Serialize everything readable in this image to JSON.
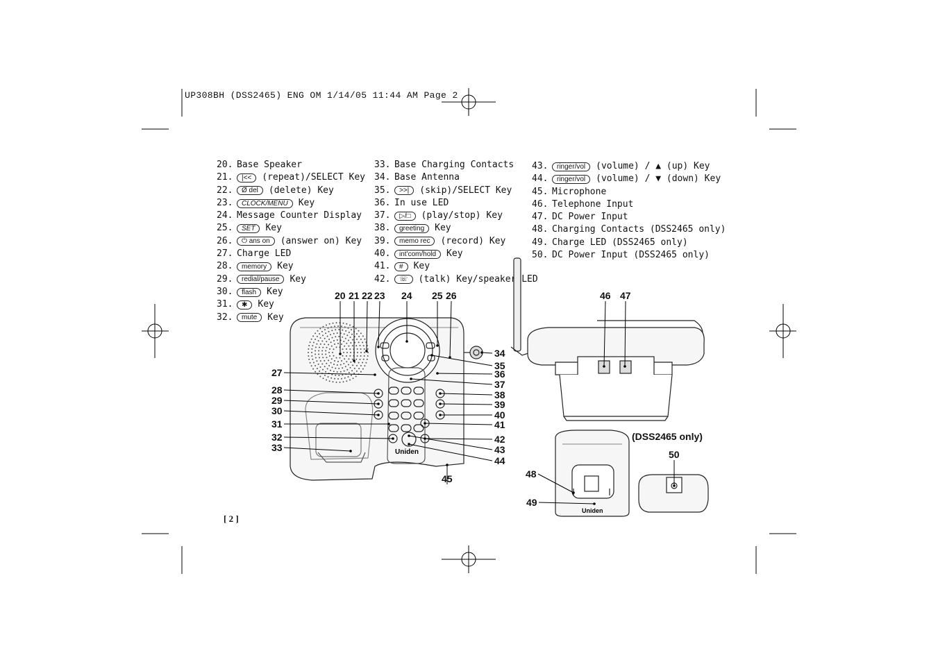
{
  "header_slug": "UP308BH (DSS2465) ENG OM  1/14/05  11:44 AM  Page 2",
  "page_number": "[ 2 ]",
  "dss_only_label": "(DSS2465 only)",
  "legend": {
    "col1": [
      {
        "num": "20.",
        "key": "",
        "text": "Base Speaker"
      },
      {
        "num": "21.",
        "key": "|<<",
        "text": "(repeat)/SELECT Key"
      },
      {
        "num": "22.",
        "key": "Ø del",
        "text": "(delete) Key"
      },
      {
        "num": "23.",
        "key": "CLOCK/MENU",
        "text": "Key"
      },
      {
        "num": "24.",
        "key": "",
        "text": "Message Counter Display"
      },
      {
        "num": "25.",
        "key": "SET",
        "text": "Key"
      },
      {
        "num": "26.",
        "key": "⏻ ans on",
        "text": "(answer on) Key"
      },
      {
        "num": "27.",
        "key": "",
        "text": "Charge LED"
      },
      {
        "num": "28.",
        "key": "memory",
        "text": "Key"
      },
      {
        "num": "29.",
        "key": "redial/pause",
        "text": "Key"
      },
      {
        "num": "30.",
        "key": "flash",
        "text": "Key"
      },
      {
        "num": "31.",
        "key": "✱",
        "text": "Key"
      },
      {
        "num": "32.",
        "key": "mute",
        "text": "Key"
      }
    ],
    "col2": [
      {
        "num": "33.",
        "key": "",
        "text": "Base Charging Contacts"
      },
      {
        "num": "34.",
        "key": "",
        "text": "Base Antenna"
      },
      {
        "num": "35.",
        "key": ">>|",
        "text": "(skip)/SELECT Key"
      },
      {
        "num": "36.",
        "key": "",
        "text": "In use LED"
      },
      {
        "num": "37.",
        "key": "▷/□",
        "text": "(play/stop) Key"
      },
      {
        "num": "38.",
        "key": "greeting",
        "text": "Key"
      },
      {
        "num": "39.",
        "key": "memo rec",
        "text": "(record) Key"
      },
      {
        "num": "40.",
        "key": "int'com/hold",
        "text": "Key"
      },
      {
        "num": "41.",
        "key": "#",
        "text": "Key"
      },
      {
        "num": "42.",
        "key": "☏",
        "text": "(talk) Key/speaker LED"
      }
    ],
    "col3": [
      {
        "num": "43.",
        "key": "ringer/vol",
        "text": "(volume) / ▲ (up) Key"
      },
      {
        "num": "44.",
        "key": "ringer/vol",
        "text": "(volume) / ▼ (down) Key"
      },
      {
        "num": "45.",
        "key": "",
        "text": "Microphone"
      },
      {
        "num": "46.",
        "key": "",
        "text": "Telephone Input"
      },
      {
        "num": "47.",
        "key": "",
        "text": "DC Power Input"
      },
      {
        "num": "48.",
        "key": "",
        "text": "Charging Contacts (DSS2465 only)"
      },
      {
        "num": "49.",
        "key": "",
        "text": "Charge LED (DSS2465 only)"
      },
      {
        "num": "50.",
        "key": "",
        "text": "DC Power Input (DSS2465 only)"
      }
    ]
  },
  "callouts": {
    "top": [
      "20",
      "21",
      "22",
      "23",
      "24",
      "25",
      "26"
    ],
    "left": [
      "27",
      "28",
      "29",
      "30",
      "31",
      "32",
      "33"
    ],
    "right": [
      "34",
      "35",
      "36",
      "37",
      "38",
      "39",
      "40",
      "41",
      "42",
      "43",
      "44"
    ],
    "bottom": [
      "45"
    ],
    "back": [
      "46",
      "47"
    ],
    "charger": [
      "48",
      "49",
      "50"
    ]
  },
  "device_branding": "Uniden"
}
